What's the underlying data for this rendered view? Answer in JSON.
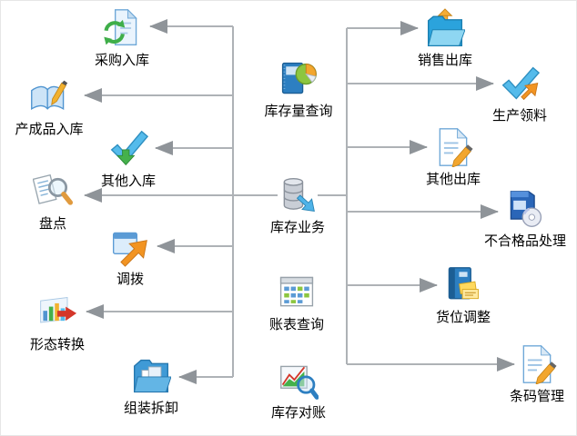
{
  "diagram": {
    "type": "module-flow",
    "background": "#ffffff",
    "line_color": "#aeb2b6",
    "arrow_color": "#8f9499",
    "label_color": "#000000"
  },
  "nodes": {
    "center": [
      {
        "label": "库存量查询",
        "icon": "inventory-quantity-query-icon"
      },
      {
        "label": "库存业务",
        "icon": "inventory-business-icon"
      },
      {
        "label": "账表查询",
        "icon": "report-query-icon"
      },
      {
        "label": "库存对账",
        "icon": "inventory-reconciliation-icon"
      }
    ],
    "left": [
      {
        "label": "采购入库",
        "icon": "purchase-inbound-icon"
      },
      {
        "label": "产成品入库",
        "icon": "finished-goods-inbound-icon"
      },
      {
        "label": "其他入库",
        "icon": "other-inbound-icon"
      },
      {
        "label": "盘点",
        "icon": "stocktaking-icon"
      },
      {
        "label": "调拨",
        "icon": "transfer-icon"
      },
      {
        "label": "形态转换",
        "icon": "form-conversion-icon"
      },
      {
        "label": "组装拆卸",
        "icon": "assembly-disassembly-icon"
      }
    ],
    "right": [
      {
        "label": "销售出库",
        "icon": "sales-outbound-icon"
      },
      {
        "label": "生产领料",
        "icon": "production-picking-icon"
      },
      {
        "label": "其他出库",
        "icon": "other-outbound-icon"
      },
      {
        "label": "不合格品处理",
        "icon": "defective-goods-handling-icon"
      },
      {
        "label": "货位调整",
        "icon": "location-adjustment-icon"
      },
      {
        "label": "条码管理",
        "icon": "barcode-management-icon"
      }
    ]
  },
  "connections": {
    "hub": "库存业务",
    "left_trunk_targets": [
      "采购入库",
      "产成品入库",
      "其他入库",
      "盘点",
      "调拨",
      "形态转换",
      "组装拆卸"
    ],
    "right_trunk_targets": [
      "销售出库",
      "生产领料",
      "其他出库",
      "不合格品处理",
      "货位调整",
      "条码管理"
    ]
  }
}
